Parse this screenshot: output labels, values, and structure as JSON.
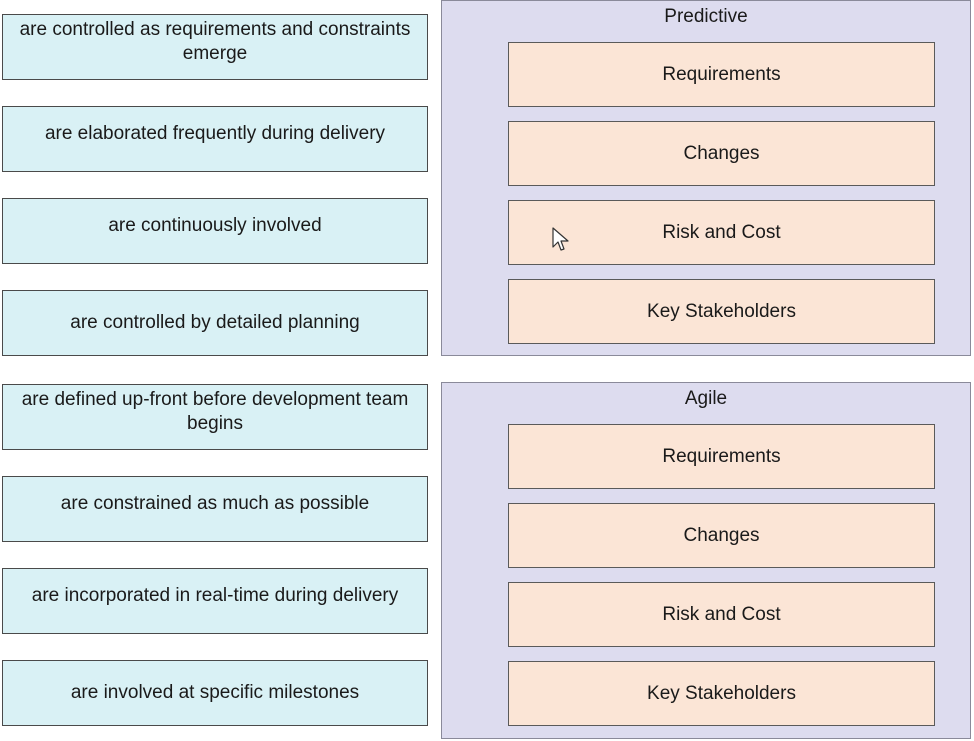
{
  "options": [
    {
      "text": "are controlled as requirements and constraints emerge"
    },
    {
      "text": "are elaborated frequently during delivery"
    },
    {
      "text": "are continuously involved"
    },
    {
      "text": "are controlled by detailed planning"
    },
    {
      "text": "are defined up-front before development team begins"
    },
    {
      "text": "are constrained as much as possible"
    },
    {
      "text": "are incorporated in real-time during delivery"
    },
    {
      "text": "are involved at specific milestones"
    }
  ],
  "groups": [
    {
      "title": "Predictive",
      "targets": [
        "Requirements",
        "Changes",
        "Risk and Cost",
        "Key Stakeholders"
      ]
    },
    {
      "title": "Agile",
      "targets": [
        "Requirements",
        "Changes",
        "Risk and Cost",
        "Key Stakeholders"
      ]
    }
  ],
  "icons": {
    "cursor": "mouse-pointer-icon"
  },
  "colors": {
    "option_bg": "#d9f1f5",
    "group_bg": "#dddcef",
    "target_bg": "#fbe5d6"
  }
}
